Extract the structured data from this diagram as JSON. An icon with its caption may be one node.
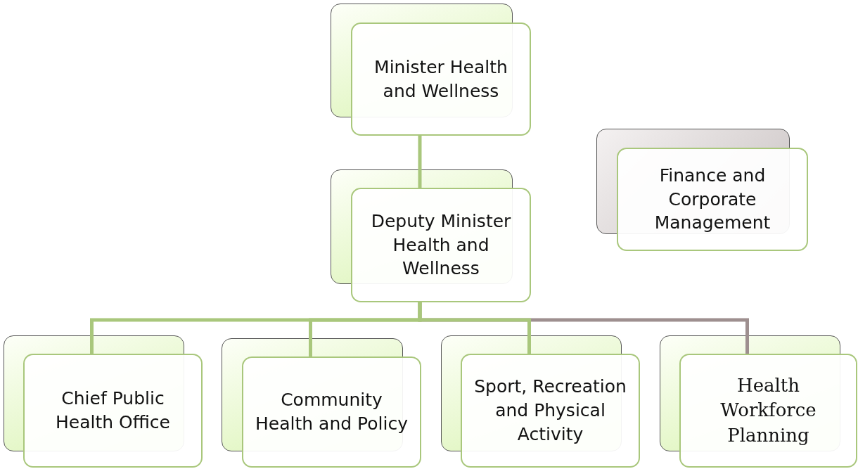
{
  "diagram": {
    "nodes": [
      {
        "text": [
          "Minister Health and Wellness"
        ]
      },
      {
        "text": [
          "Deputy Minister Health and Wellness"
        ]
      },
      {
        "text": [
          "Finance and Corporate Management"
        ]
      },
      {
        "text": [
          "Chief Public Health Office"
        ]
      },
      {
        "text": [
          "Community Health and Policy"
        ]
      },
      {
        "text": [
          "Sport, Recreation and Physical Activity"
        ]
      },
      {
        "text": [
          "Health Workforce Planning"
        ]
      }
    ],
    "edges": [
      {
        "from": 0,
        "to": 1,
        "arrow": "none"
      },
      {
        "from": 1,
        "to": 6,
        "arrow": "none",
        "color": "#9e8f8f"
      },
      {
        "from": 1,
        "to": 3,
        "arrow": "none"
      },
      {
        "from": 1,
        "to": 4,
        "arrow": "none"
      },
      {
        "from": 1,
        "to": 5,
        "arrow": "none"
      }
    ]
  }
}
